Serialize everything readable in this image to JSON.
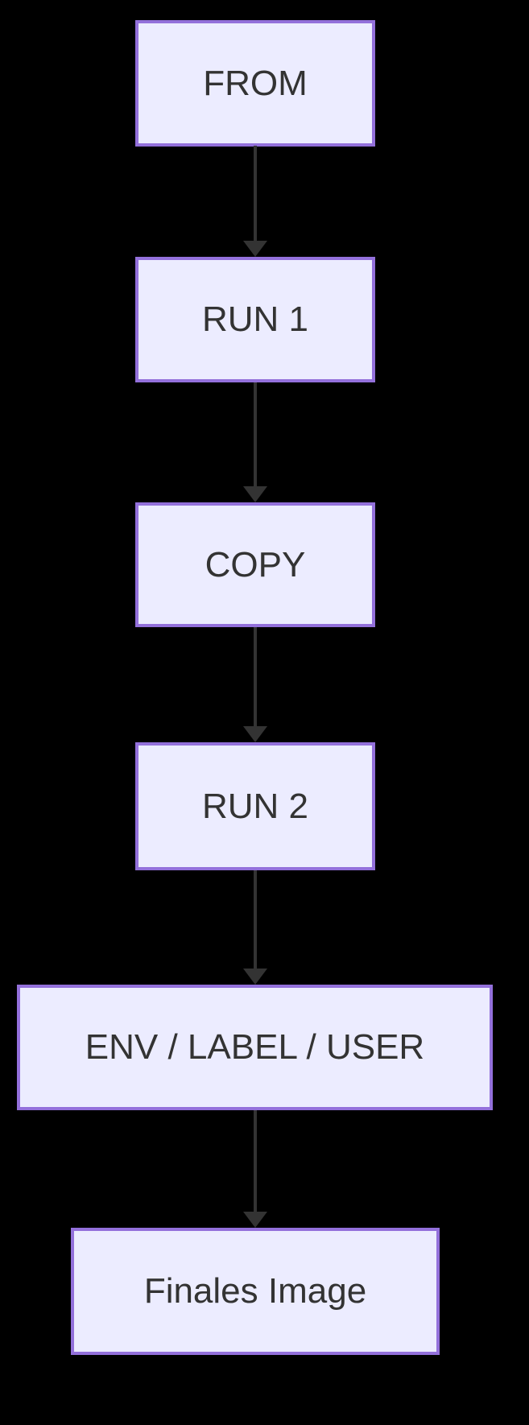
{
  "diagram": {
    "type": "flowchart",
    "direction": "top-down",
    "nodes": [
      {
        "id": "from",
        "label": "FROM"
      },
      {
        "id": "run1",
        "label": "RUN 1"
      },
      {
        "id": "copy",
        "label": "COPY"
      },
      {
        "id": "run2",
        "label": "RUN 2"
      },
      {
        "id": "env_label_user",
        "label": "ENV / LABEL / USER"
      },
      {
        "id": "finales_image",
        "label": "Finales Image"
      }
    ],
    "edges": [
      {
        "from": "FROM",
        "to": "RUN 1"
      },
      {
        "from": "RUN 1",
        "to": "COPY"
      },
      {
        "from": "COPY",
        "to": "RUN 2"
      },
      {
        "from": "RUN 2",
        "to": "ENV / LABEL / USER"
      },
      {
        "from": "ENV / LABEL / USER",
        "to": "Finales Image"
      }
    ],
    "colors": {
      "background": "#000000",
      "node_fill": "#ECECFF",
      "node_border": "#9370DB",
      "node_text": "#333333",
      "edge": "#333333"
    }
  }
}
